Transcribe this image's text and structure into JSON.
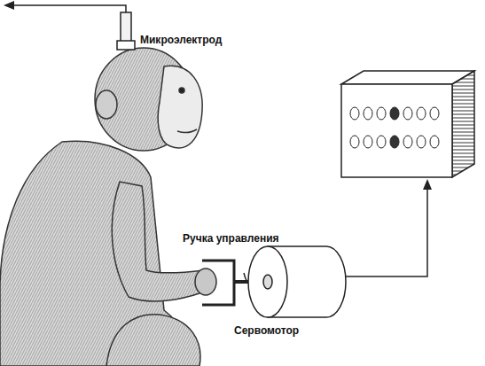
{
  "diagram": {
    "labels": [
      "Микроэлектрод",
      "Ручка управления",
      "Сервомотор"
    ]
  }
}
